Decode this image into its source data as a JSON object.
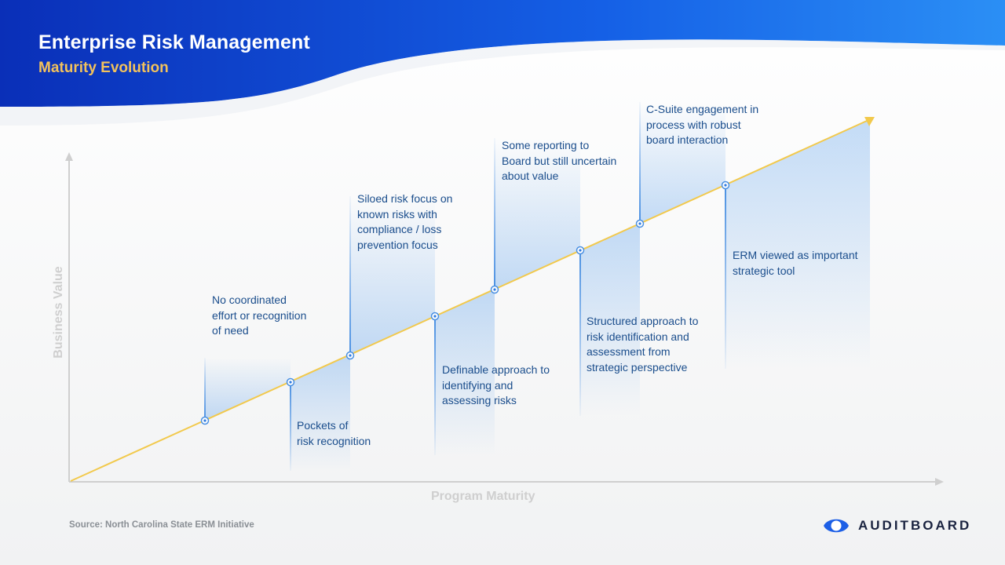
{
  "header": {
    "title": "Enterprise Risk Management",
    "subtitle": "Maturity Evolution"
  },
  "axes": {
    "x_label": "Program Maturity",
    "y_label": "Business Value"
  },
  "stages": [
    {
      "text": "No coordinated\neffort or recognition\nof need",
      "position": "above"
    },
    {
      "text": "Pockets of\nrisk recognition",
      "position": "below"
    },
    {
      "text": "Siloed risk focus on\nknown risks with\ncompliance / loss\nprevention focus",
      "position": "above"
    },
    {
      "text": "Definable approach to\nidentifying and\nassessing risks",
      "position": "below"
    },
    {
      "text": "Some reporting to\nBoard but still uncertain\nabout value",
      "position": "above"
    },
    {
      "text": "Structured approach to\nrisk identification and\nassessment from\nstrategic perspective",
      "position": "below"
    },
    {
      "text": "C-Suite engagement in\nprocess with robust\nboard interaction",
      "position": "above"
    },
    {
      "text": "ERM viewed as important\nstrategic tool",
      "position": "below"
    }
  ],
  "footer": {
    "source": "Source: North Carolina State ERM Initiative",
    "brand": "AUDITBOARD"
  },
  "colors": {
    "header_start": "#0a2fb8",
    "header_end": "#2b8ff5",
    "trend_line": "#f2c94c",
    "label_text": "#1a4d8c",
    "axis": "#cfcfcf"
  }
}
